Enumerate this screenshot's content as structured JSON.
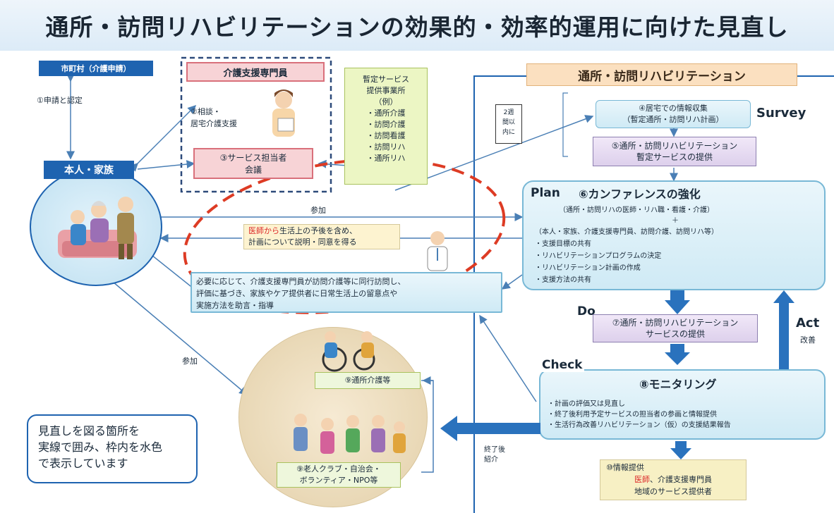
{
  "title": "通所・訪問リハビリテーションの効果的・効率的運用に向けた見直し",
  "colors": {
    "navy": "#1e63b0",
    "arrow_blue": "#2a72bd",
    "dashed_red": "#dd3b24"
  },
  "left": {
    "municipality": "市町村（介護申請）",
    "application": "①申請と認定",
    "person_family": "本人・家族",
    "participation_low": "参加"
  },
  "care_manager": {
    "title": "介護支援専門員",
    "consult": "②相談・\n居宅介護支援",
    "meeting": "③サービス担当者\n会議"
  },
  "provisional": {
    "text": "暫定サービス\n提供事業所\n（例）\n・通所介護\n・訪問介護\n・訪問看護\n・訪問リハ\n・通所リハ"
  },
  "middle": {
    "participation": "参加",
    "doctor_prefix": "医師から",
    "doctor_rest": "生活上の予後を含め、",
    "doctor_line2": "計画について説明・同意を得る",
    "accompany_text": "必要に応じて、介護支援専門員が訪問介護等に同行訪問し、\n評価に基づき、家族やケア提供者に日常生活上の留意点や\n実施方法を助言・指導"
  },
  "rehab": {
    "header": "通所・訪問リハビリテーション",
    "two_weeks": "2週\n間以\n内に",
    "survey_label": "Survey",
    "info_gather": "④居宅での情報収集\n（暫定通所・訪問リハ計画）",
    "provisional_service": "⑤通所・訪問リハビリテーション\n暫定サービスの提供",
    "plan_label": "Plan",
    "conference_title": "⑥カンファレンスの強化",
    "conference_sub": "（通所・訪問リハの医師・リハ職・看護・介護）",
    "conference_plus": "＋",
    "conference_sub2": "（本人・家族、介護支援専門員、訪問介護、訪問リハ等）",
    "plan_items": [
      "・支援目標の共有",
      "・リハビリテーションプログラムの決定",
      "・リハビリテーション計画の作成",
      "・支援方法の共有"
    ],
    "do_label": "Do",
    "service_provision": "⑦通所・訪問リハビリテーション\nサービスの提供",
    "act_label": "Act",
    "act_sub": "改善",
    "check_label": "Check",
    "monitoring_title": "⑧モニタリング",
    "check_items": [
      "・計画の評価又は見直し",
      "・終了後利用予定サービスの担当者の参画と情報提供",
      "・生活行為改善リハビリテーション（仮）の支援結果報告"
    ],
    "end_intro": "終了後\n紹介",
    "info_provision_title": "⑩情報提供",
    "info_provision_doctor": "医師",
    "info_provision_rest": "、介護支援専門員",
    "info_provision_line3": "地域のサービス提供者"
  },
  "community": {
    "day_care": "⑨通所介護等",
    "clubs": "⑨老人クラブ・自治会・\nボランティア・NPO等"
  },
  "legend": "見直しを図る箇所を\n実線で囲み、枠内を水色\nで表示しています"
}
